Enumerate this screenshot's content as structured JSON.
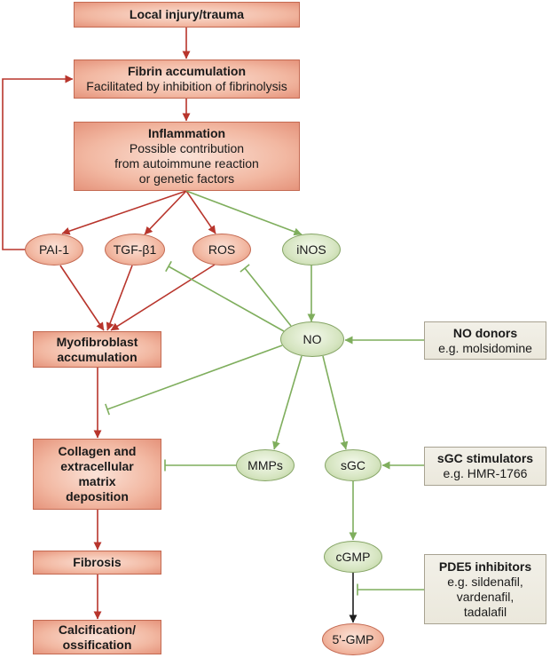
{
  "boxes": {
    "local_injury": {
      "title": "Local injury/trauma"
    },
    "fibrin": {
      "title": "Fibrin accumulation",
      "lines": [
        "Facilitated by inhibition of fibrinolysis"
      ]
    },
    "inflammation": {
      "title": "Inflammation",
      "lines": [
        "Possible contribution",
        "from autoimmune reaction",
        "or genetic factors"
      ]
    },
    "myofibroblast": {
      "title_lines": [
        "Myofibroblast",
        "accumulation"
      ]
    },
    "collagen": {
      "title_lines": [
        "Collagen and",
        "extracellular",
        "matrix",
        "deposition"
      ]
    },
    "fibrosis": {
      "title": "Fibrosis"
    },
    "calcification": {
      "title_lines": [
        "Calcification/",
        "ossification"
      ]
    }
  },
  "nodes": {
    "pai1": "PAI-1",
    "tgfb1": "TGF-β1",
    "ros": "ROS",
    "inos": "iNOS",
    "no": "NO",
    "mmps": "MMPs",
    "sgc": "sGC",
    "cgmp": "cGMP",
    "gmp5": "5'-GMP"
  },
  "drugs": {
    "no_donors": {
      "title": "NO donors",
      "lines": [
        "e.g. molsidomine"
      ]
    },
    "sgc_stimulators": {
      "title": "sGC stimulators",
      "lines": [
        "e.g. HMR-1766"
      ]
    },
    "pde5_inhibitors": {
      "title": "PDE5 inhibitors",
      "lines": [
        "e.g. sildenafil,",
        "vardenafil,",
        "tadalafil"
      ]
    }
  },
  "colors": {
    "pathway_red": "#b8352c",
    "pathway_green": "#7fae5d",
    "pathway_black": "#1e1e1e",
    "salmon_fill": "#f2b8a2",
    "salmon_border": "#c46a52",
    "green_fill": "#d6e5c1",
    "green_border": "#86a566",
    "drug_fill": "#ebe8dc",
    "drug_border": "#a8a291"
  }
}
